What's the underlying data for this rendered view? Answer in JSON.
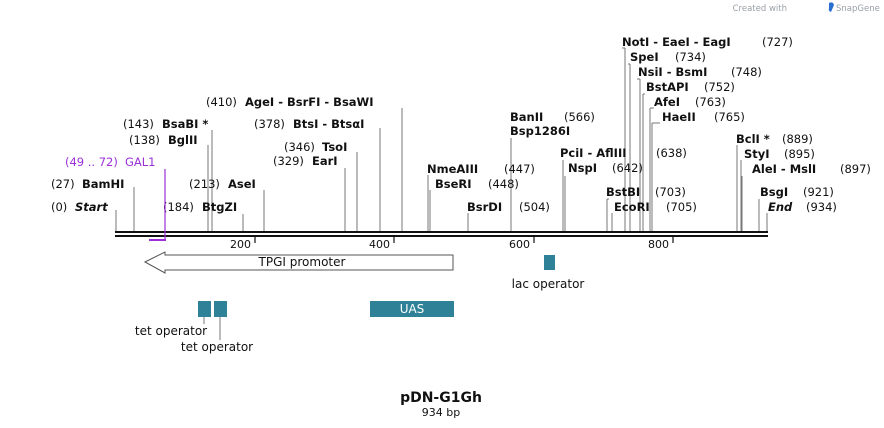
{
  "credit": {
    "prefix": "Created with",
    "brand": "SnapGene"
  },
  "plasmid": {
    "name": "pDN-G1Gh",
    "length_label": "934 bp"
  },
  "ruler": {
    "ticks": [
      "200",
      "400",
      "600",
      "800"
    ]
  },
  "primer": {
    "label": "GAL1",
    "range": "(49 .. 72)",
    "color": "#9b30d9"
  },
  "sites": [
    {
      "name": "Start",
      "pos": "(0)",
      "italic": true
    },
    {
      "name": "BamHI",
      "pos": "(27)"
    },
    {
      "name": "BglII",
      "pos": "(138)"
    },
    {
      "name": "BsaBI *",
      "pos": "(143)"
    },
    {
      "name": "BtgZI",
      "pos": "(184)"
    },
    {
      "name": "AseI",
      "pos": "(213)"
    },
    {
      "name": "EarI",
      "pos": "(329)"
    },
    {
      "name": "TsoI",
      "pos": "(346)"
    },
    {
      "name": "BtsI - BtsαI",
      "pos": "(378)"
    },
    {
      "name": "AgeI - BsrFI - BsaWI",
      "pos": "(410)"
    },
    {
      "name": "NmeAIII",
      "pos": "(447)"
    },
    {
      "name": "BseRI",
      "pos": "(448)"
    },
    {
      "name": "BsrDI",
      "pos": "(504)"
    },
    {
      "name": "BanII",
      "pos": "(566)"
    },
    {
      "name": "Bsp1286I",
      "pos": ""
    },
    {
      "name": "NspI",
      "pos": "(642)"
    },
    {
      "name": "PciI - AflIII",
      "pos": "(638)"
    },
    {
      "name": "BstBI",
      "pos": "(703)"
    },
    {
      "name": "EcoRI",
      "pos": "(705)"
    },
    {
      "name": "NotI - EaeI - EagI",
      "pos": "(727)"
    },
    {
      "name": "SpeI",
      "pos": "(734)"
    },
    {
      "name": "NsiI - BsmI",
      "pos": "(748)"
    },
    {
      "name": "BstAPI",
      "pos": "(752)"
    },
    {
      "name": "AfeI",
      "pos": "(763)"
    },
    {
      "name": "HaeII",
      "pos": "(765)"
    },
    {
      "name": "BclI *",
      "pos": "(889)"
    },
    {
      "name": "StyI",
      "pos": "(895)"
    },
    {
      "name": "AleI - MslI",
      "pos": "(897)"
    },
    {
      "name": "BsgI",
      "pos": "(921)"
    },
    {
      "name": "End",
      "pos": "(934)",
      "italic": true
    }
  ],
  "features": {
    "promoter": {
      "label": "TPGI promoter",
      "fill": "#ffffff",
      "stroke": "#555555"
    },
    "lac": {
      "label": "lac operator",
      "color": "#2e8196"
    },
    "tet1": {
      "label": "tet operator",
      "color": "#2e8196"
    },
    "tet2": {
      "label": "tet operator",
      "color": "#2e8196"
    },
    "uas": {
      "label": "UAS",
      "color": "#2e8196"
    }
  }
}
